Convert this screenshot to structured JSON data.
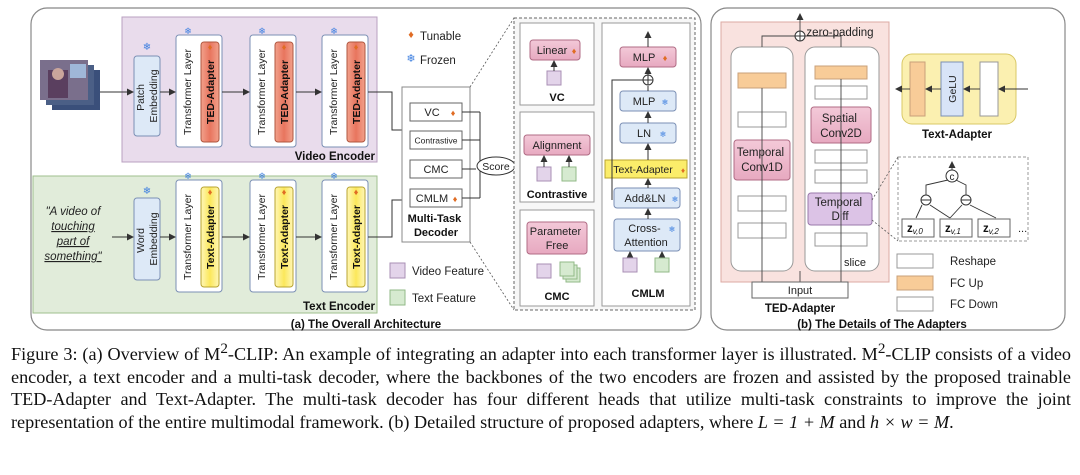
{
  "legend": {
    "tunable": "Tunable",
    "frozen": "Frozen",
    "video_feature": "Video Feature",
    "text_feature": "Text Feature"
  },
  "video_encoder": {
    "title": "Video Encoder",
    "patch_embedding": [
      "Patch",
      "Embedding"
    ],
    "layers": [
      {
        "outer": "Transformer Layer",
        "adapter": "TED-Adapter"
      },
      {
        "outer": "Transformer Layer",
        "adapter": "TED-Adapter"
      },
      {
        "outer": "Transformer Layer",
        "adapter": "TED-Adapter"
      }
    ]
  },
  "text_encoder": {
    "title": "Text Encoder",
    "input_text": [
      "\"A video of",
      "touching",
      "part of",
      "something\""
    ],
    "word_embedding": [
      "Word",
      "Embedding"
    ],
    "layers": [
      {
        "outer": "Transformer Layer",
        "adapter": "Text-Adapter"
      },
      {
        "outer": "Transformer Layer",
        "adapter": "Text-Adapter"
      },
      {
        "outer": "Transformer Layer",
        "adapter": "Text-Adapter"
      }
    ]
  },
  "decoder": {
    "title": [
      "Multi-Task",
      "Decoder"
    ],
    "heads": [
      "VC",
      "Contrastive",
      "CMC",
      "CMLM"
    ],
    "score": "Score"
  },
  "heads_detail": {
    "vc": {
      "block": "Linear",
      "label": "VC"
    },
    "contrastive": {
      "block": "Alignment",
      "label": "Contrastive"
    },
    "cmc": {
      "block": [
        "Parameter",
        "Free"
      ],
      "label": "CMC"
    },
    "cmlm": {
      "blocks": [
        "MLP",
        "MLP",
        "LN",
        "Text-Adapter",
        "Add&LN",
        "Cross-",
        "Attention"
      ],
      "label": "CMLM"
    }
  },
  "ted_adapter": {
    "zero_padding": "zero-padding",
    "temporal_conv": [
      "Temporal",
      "Conv1D"
    ],
    "spatial_conv": [
      "Spatial",
      "Conv2D"
    ],
    "temporal_diff": [
      "Temporal",
      "Diff"
    ],
    "slice": "slice",
    "input": "Input",
    "label": "TED-Adapter"
  },
  "text_adapter": {
    "gelu": "GeLU",
    "label": "Text-Adapter"
  },
  "diff_detail": {
    "c": "c",
    "tokens": [
      "z",
      "z",
      "z"
    ],
    "subs": [
      "v,0",
      "v,1",
      "v,2"
    ],
    "ellipsis": "..."
  },
  "fc_legend": {
    "reshape": "Reshape",
    "fc_up": "FC Up",
    "fc_down": "FC Down"
  },
  "subcaptions": {
    "a": "(a)   The Overall Architecture",
    "b": "(b)   The Details of The Adapters"
  },
  "caption": {
    "p1": "Figure 3: (a) Overview of M",
    "sup1": "2",
    "p2": "-CLIP: An example of integrating an adapter into each transformer layer is illustrated. M",
    "sup2": "2",
    "p3": "-CLIP consists of a video encoder, a text encoder and a multi-task decoder, where the backbones of the two encoders are frozen and assisted by the proposed trainable TED-Adapter and Text-Adapter. The multi-task decoder has four different heads that utilize multi-task constraints to improve the joint representation of the entire multimodal framework. (b) Detailed structure of proposed adapters, where ",
    "eq1": "L = 1 + M",
    "and": " and ",
    "eq2": "h × w = M",
    "end": "."
  },
  "colors": {
    "video_bg": "#e9dcec",
    "text_bg": "#e1ecda",
    "adapter_red": "#e8755e",
    "adapter_yellow": "#fbed6a",
    "blue_box": "#dde9f7",
    "fc_up": "#f8cc98"
  }
}
